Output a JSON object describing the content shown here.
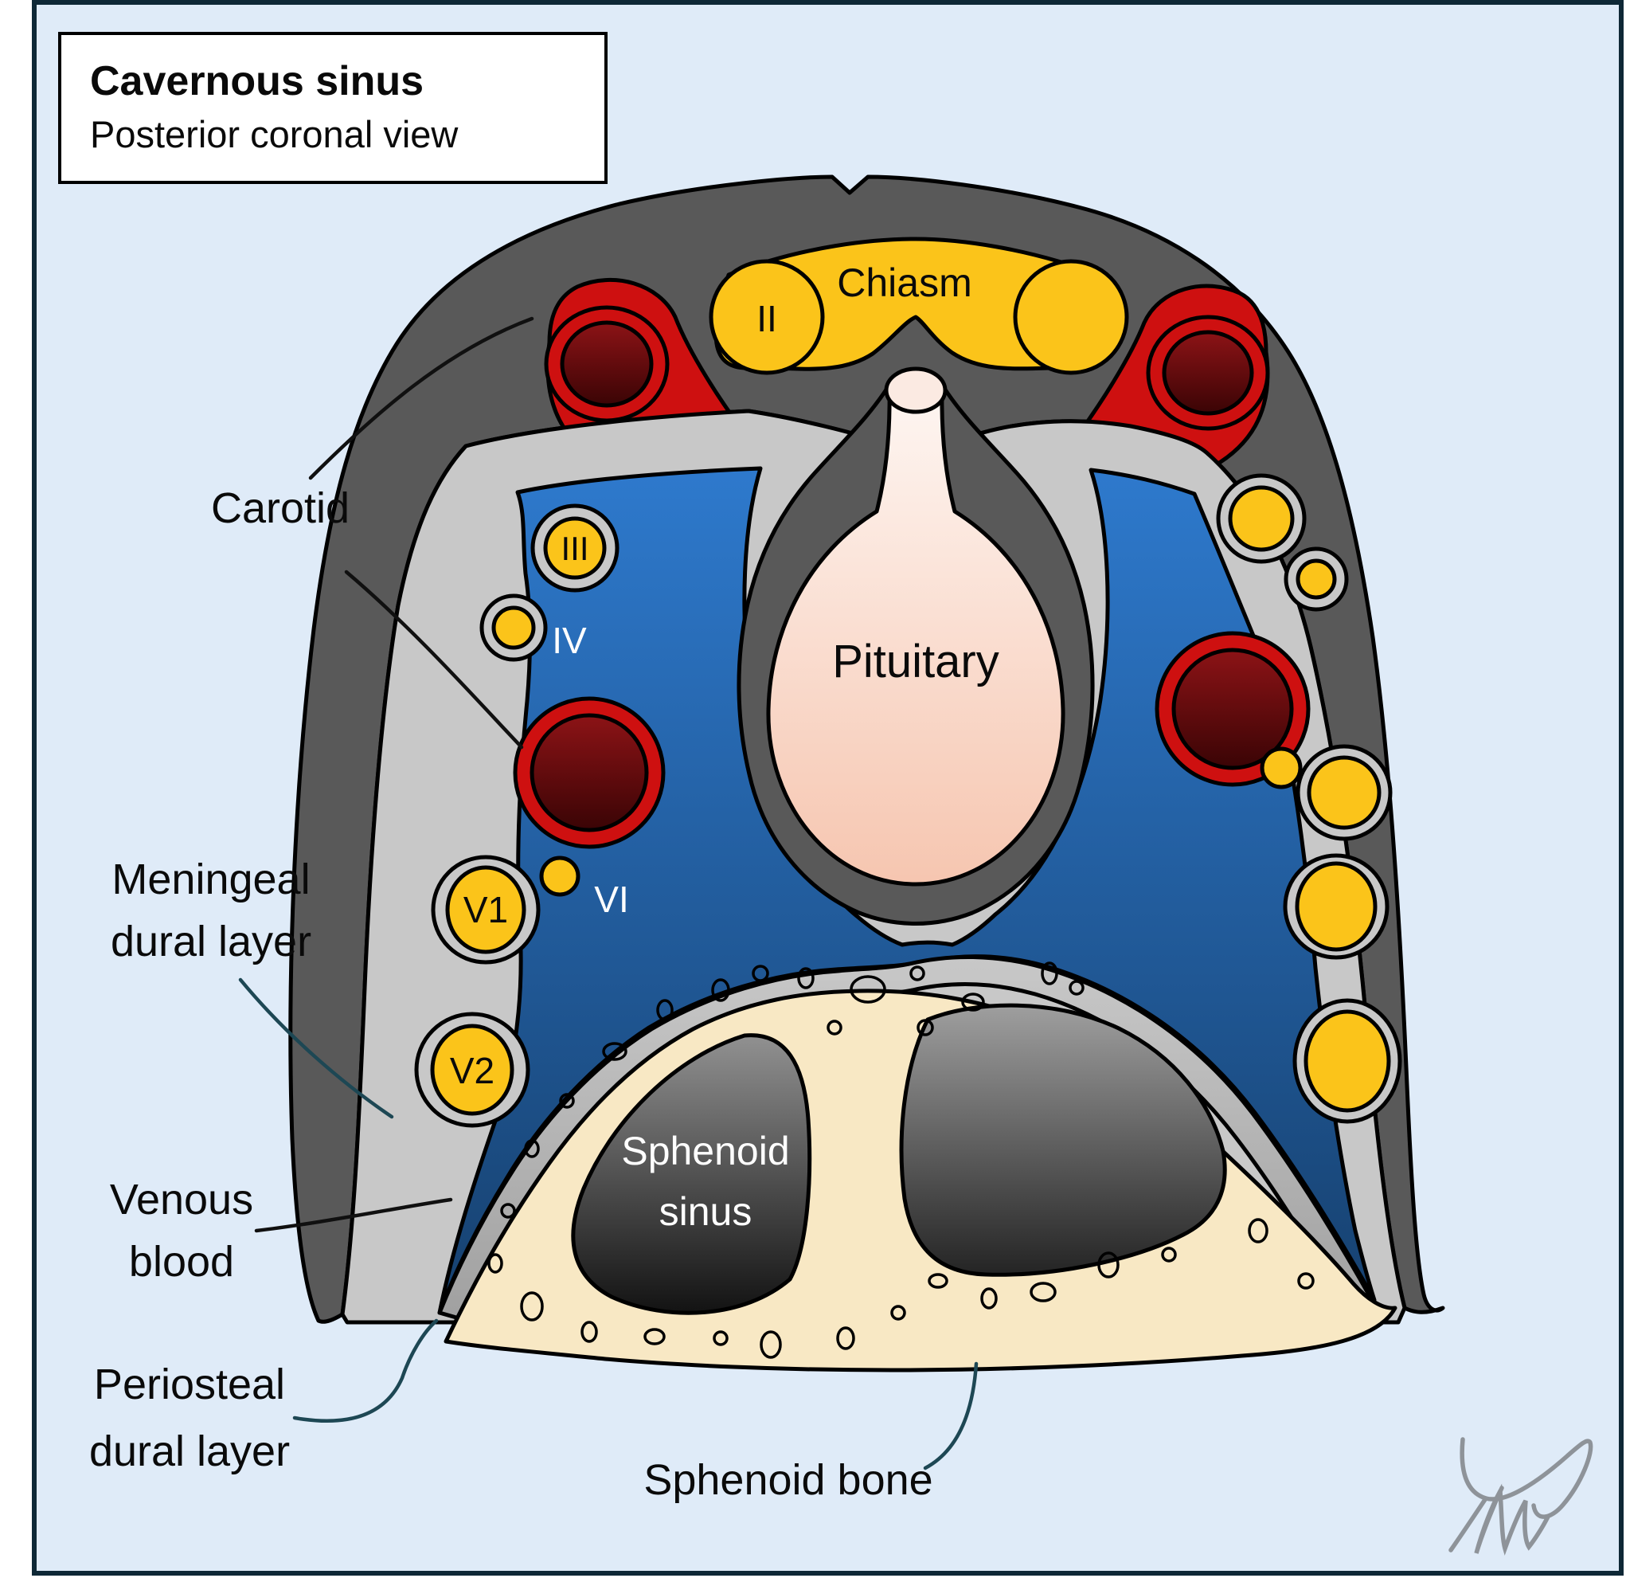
{
  "title": {
    "heading": "Cavernous sinus",
    "subheading": "Posterior coronal view"
  },
  "labels": {
    "carotid": "Carotid",
    "meningeal": {
      "line1": "Meningeal",
      "line2": "dural layer"
    },
    "venous": {
      "line1": "Venous",
      "line2": "blood"
    },
    "periosteal": {
      "line1": "Periosteal",
      "line2": "dural layer"
    },
    "sphenoid_bone": "Sphenoid bone"
  },
  "structures": {
    "chiasm": "Chiasm",
    "pituitary": "Pituitary",
    "sphenoid_sinus": {
      "line1": "Sphenoid",
      "line2": "sinus"
    },
    "nerves": {
      "optic": "II",
      "oculomotor": "III",
      "trochlear": "IV",
      "abducens": "VI",
      "ophthalmic": "V1",
      "maxillary": "V2"
    }
  },
  "colors": {
    "panel_background": "#dfebf8",
    "panel_border": "#0e2836",
    "title_box_bg": "#ffffff",
    "outline": "#000000",
    "dura_grey": "#595959",
    "meningeal_grey": "#c8c8c8",
    "periosteal_grey": "#b3b3b3",
    "venous_blue_top": "#2f7cd1",
    "venous_blue_bottom": "#16406e",
    "nerve_yellow": "#fbc41a",
    "artery_red": "#ce1010",
    "artery_lumen_top": "#8c1316",
    "artery_lumen_bottom": "#3a0405",
    "bone_cream": "#f8e8c4",
    "sinus_grey_top": "#a3a3a3",
    "sinus_grey_bottom": "#121212",
    "pituitary_top": "#fffefd",
    "pituitary_bottom": "#f6c5af",
    "pointer_teal": "#1d4754",
    "pointer_black": "#101010",
    "signature_grey": "#8e9399",
    "label_text": "#0a0a0a",
    "white_text": "#ffffff"
  }
}
